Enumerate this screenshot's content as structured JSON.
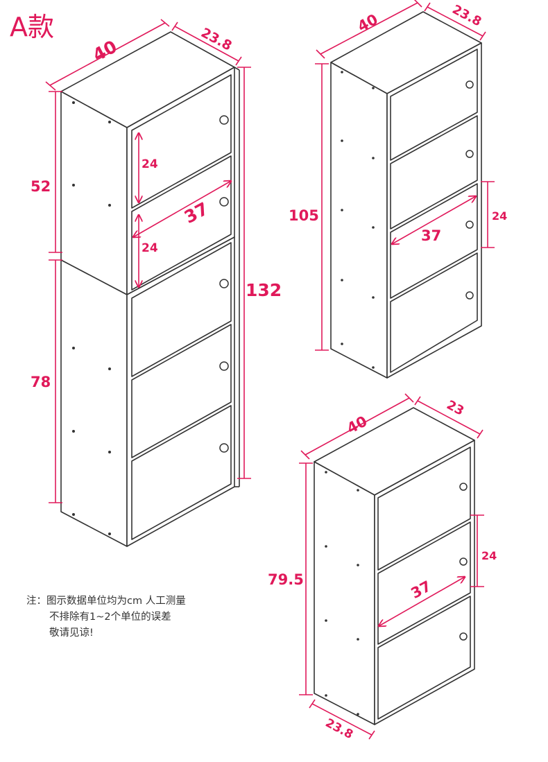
{
  "title": "A款",
  "colors": {
    "accent": "#e0195a",
    "line": "#333333",
    "background": "#ffffff"
  },
  "cabinets": [
    {
      "name": "stacked-cabinet",
      "width": "40",
      "depth": "23.8",
      "upper_height": "52",
      "lower_height": "78",
      "total_height": "132",
      "inner_width": "37",
      "upper_drawer_height_1": "24",
      "upper_drawer_height_2": "24"
    },
    {
      "name": "four-door-cabinet",
      "width": "40",
      "depth": "23.8",
      "height": "105",
      "inner_width": "37",
      "door_height": "24"
    },
    {
      "name": "three-door-cabinet",
      "width": "40",
      "depth_top": "23",
      "depth_bottom": "23.8",
      "height": "79.5",
      "inner_width": "37",
      "door_height": "24"
    }
  ],
  "notes": {
    "line1": "注：图示数据单位均为cm 人工测量",
    "line2": "不排除有1~2个单位的误差",
    "line3": "敬请见谅!"
  }
}
